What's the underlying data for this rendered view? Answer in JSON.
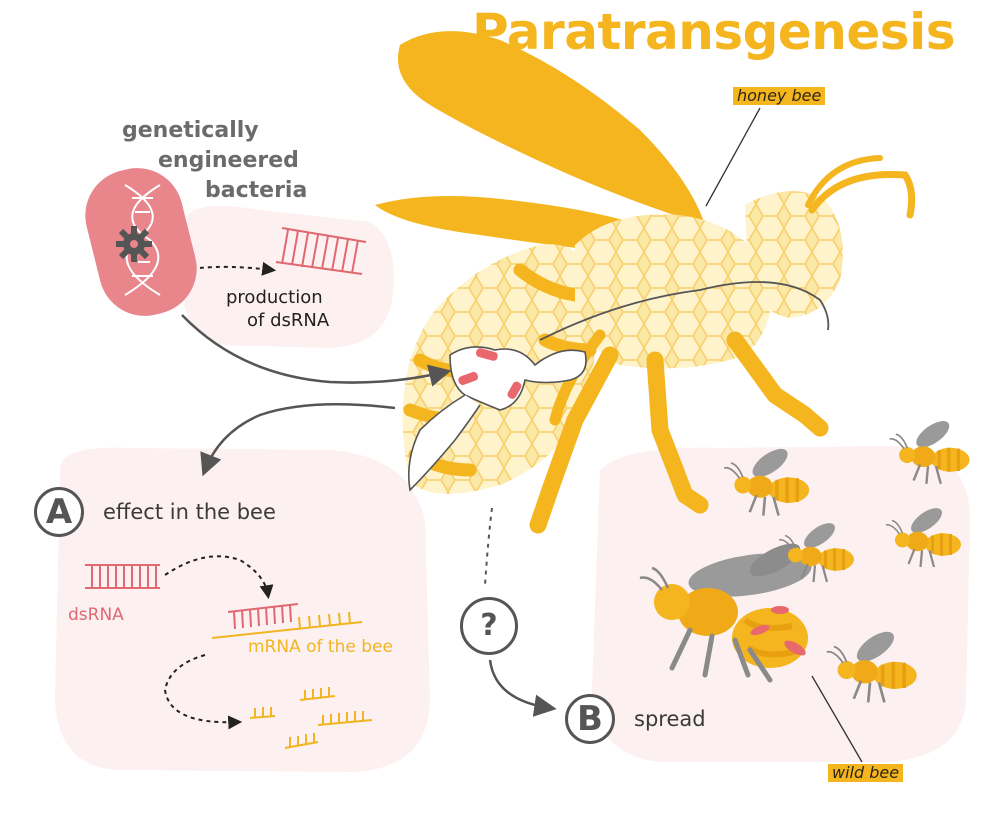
{
  "title": "Paratransgenesis",
  "bacteria": {
    "line1": "genetically",
    "line2": "engineered",
    "line3": "bacteria"
  },
  "production": {
    "line1": "production",
    "line2": "of dsRNA"
  },
  "labels": {
    "honey_bee": "honey bee",
    "wild_bee": "wild bee"
  },
  "effect": {
    "letter": "A",
    "label": "effect in the bee",
    "dsrna": "dsRNA",
    "mrna": "mRNA of the bee"
  },
  "spread": {
    "letter": "B",
    "label": "spread",
    "question": "?"
  },
  "colors": {
    "accent_yellow": "#f4b51e",
    "bacteria_pink": "#e8868b",
    "dsrna_red": "#e06870",
    "panel_pink": "#fdf0f0",
    "wing_grey": "#9a9a9a"
  },
  "icons": [
    "dna-icon",
    "gear-icon",
    "bacterium-icon",
    "honey-bee-illustration",
    "wild-bee-illustration"
  ]
}
